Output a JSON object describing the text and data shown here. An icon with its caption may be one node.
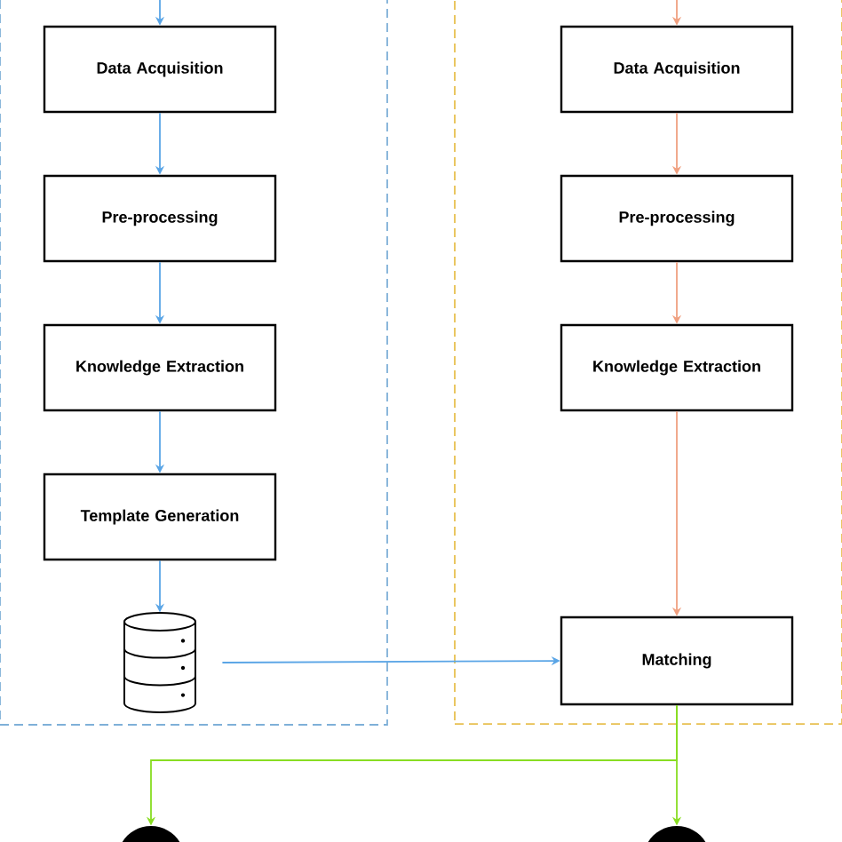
{
  "diagram": {
    "nodes": [
      {
        "text": [],
        "shape": "box"
      },
      {
        "text": [
          "Data Acquisition"
        ],
        "in": 0
      },
      {
        "text": [
          "Pre-processing"
        ],
        "in": 0
      },
      {
        "text": [
          "Knowledge Extraction"
        ],
        "in": 0
      },
      {
        "text": [
          "Template Generation"
        ],
        "in": 0
      },
      {
        "text": [],
        "shape": "cylinder",
        "in": 0
      },
      {
        "text": [],
        "shape": "box"
      },
      {
        "text": [
          "Data Acquisition"
        ],
        "in": 6
      },
      {
        "text": [
          "Pre-processing"
        ],
        "in": 6
      },
      {
        "text": [
          "Knowledge Extraction"
        ],
        "in": 6
      },
      {
        "text": [
          "Matching"
        ],
        "in": 6
      },
      {
        "text": [],
        "shape": "person"
      },
      {
        "text": [],
        "shape": "person"
      }
    ],
    "edges": [
      {
        "from": null,
        "to": 1,
        "arrow": "to",
        "color": "#5aa5e6"
      },
      {
        "from": 1,
        "to": 2,
        "arrow": "to",
        "color": "#5aa5e6"
      },
      {
        "from": 2,
        "to": 3,
        "arrow": "to",
        "color": "#5aa5e6"
      },
      {
        "from": 3,
        "to": 4,
        "arrow": "to",
        "color": "#5aa5e6"
      },
      {
        "from": 4,
        "to": 5,
        "arrow": "to",
        "color": "#5aa5e6"
      },
      {
        "from": null,
        "to": 7,
        "arrow": "to",
        "color": "#f0a080"
      },
      {
        "from": 7,
        "to": 8,
        "arrow": "to",
        "color": "#f0a080"
      },
      {
        "from": 8,
        "to": 9,
        "arrow": "to",
        "color": "#f0a080"
      },
      {
        "from": 9,
        "to": 10,
        "arrow": "to",
        "color": "#f0a080"
      },
      {
        "from": 5,
        "to": 10,
        "arrow": "to",
        "color": "#5aa5e6"
      },
      {
        "from": 10,
        "to": 11,
        "arrow": "to",
        "color": "#88dd22"
      },
      {
        "from": 10,
        "to": 12,
        "arrow": "to",
        "color": "#88dd22"
      }
    ]
  }
}
